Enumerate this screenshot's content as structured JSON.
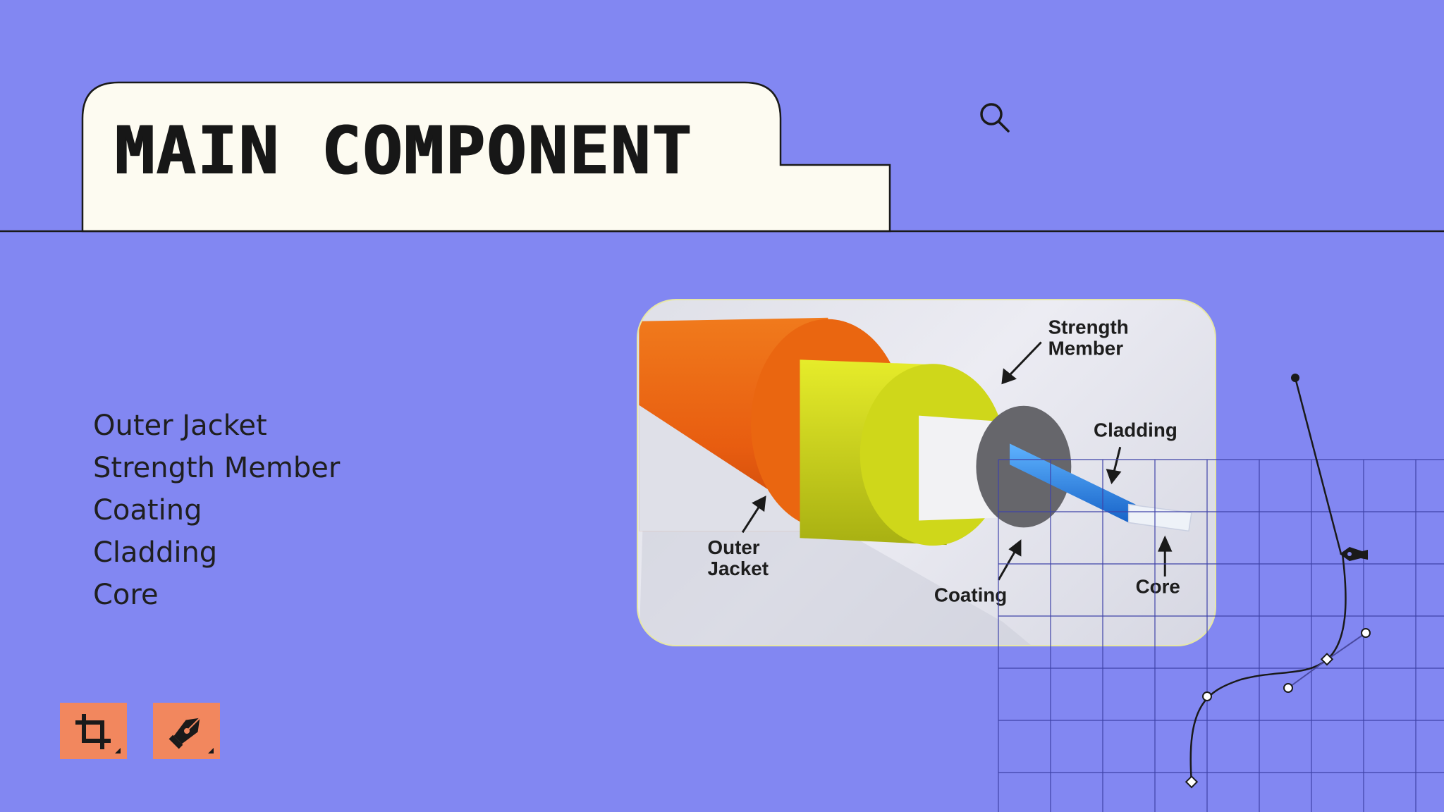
{
  "slide": {
    "title": "MAIN COMPONENT",
    "background": "#8287f2",
    "tab_fill": "#fdfbf1"
  },
  "components": {
    "items": [
      "Outer Jacket",
      "Strength Member",
      "Coating",
      "Cladding",
      "Core"
    ]
  },
  "illustration": {
    "labels": {
      "strength_member_line1": "Strength",
      "strength_member_line2": "Member",
      "cladding": "Cladding",
      "outer_jacket_line1": "Outer",
      "outer_jacket_line2": "Jacket",
      "coating": "Coating",
      "core": "Core"
    },
    "colors": {
      "outer_jacket": "#ee6a16",
      "strength_member": "#d9e01c",
      "coating": "#f2f2f4",
      "cladding": "#6c6c70",
      "core": "#2f8ff0"
    }
  },
  "toolbar": {
    "tools": [
      {
        "icon": "crop-icon"
      },
      {
        "icon": "pen-tool-icon"
      }
    ],
    "color": "#f2875e"
  },
  "icons": {
    "search": "search-icon"
  }
}
